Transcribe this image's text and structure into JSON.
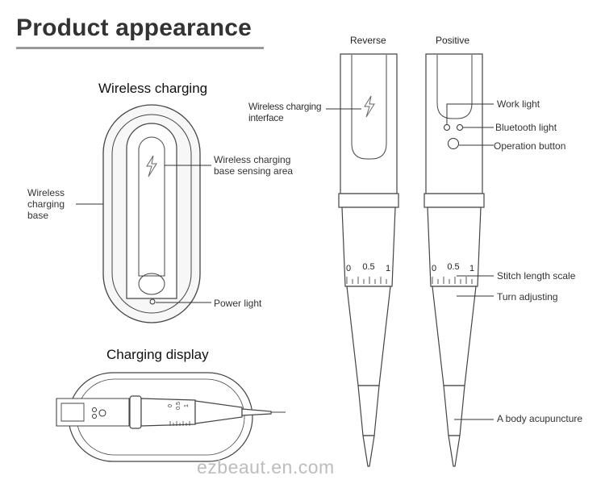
{
  "header": {
    "title": "Product appearance"
  },
  "wireless": {
    "heading": "Wireless charging",
    "label_base": [
      "Wireless",
      "charging",
      "base"
    ],
    "label_sensing": [
      "Wireless charging",
      "base sensing area"
    ],
    "label_power": "Power light"
  },
  "charging": {
    "heading": "Charging display",
    "scale": [
      "0",
      "0.5",
      "1"
    ]
  },
  "pens": {
    "reverse_title": "Reverse",
    "positive_title": "Positive",
    "scale_labels": [
      "0",
      "0.5",
      "1"
    ],
    "label_interface": [
      "Wireless charging",
      "interface"
    ],
    "callouts": [
      "Work light",
      "Bluetooth light",
      "Operation button",
      "Stitch length scale",
      "Turn adjusting",
      "A body acupuncture"
    ]
  },
  "watermark": "ezbeaut.en.com",
  "colors": {
    "line": "#444444",
    "base_fill": "#f7f7f7",
    "title_rule": "#9a9a9a",
    "watermark": "#bdbdbd"
  }
}
